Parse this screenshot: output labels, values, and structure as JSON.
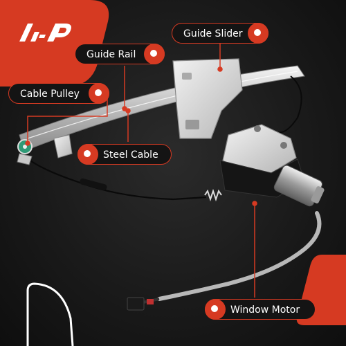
{
  "brand": {
    "logo_text": "A-P",
    "accent_color": "#d63a22"
  },
  "callouts": [
    {
      "id": "guide-slider",
      "label": "Guide Slider"
    },
    {
      "id": "guide-rail",
      "label": "Guide Rail"
    },
    {
      "id": "cable-pulley",
      "label": "Cable Pulley"
    },
    {
      "id": "steel-cable",
      "label": "Steel Cable"
    },
    {
      "id": "window-motor",
      "label": "Window Motor"
    }
  ]
}
